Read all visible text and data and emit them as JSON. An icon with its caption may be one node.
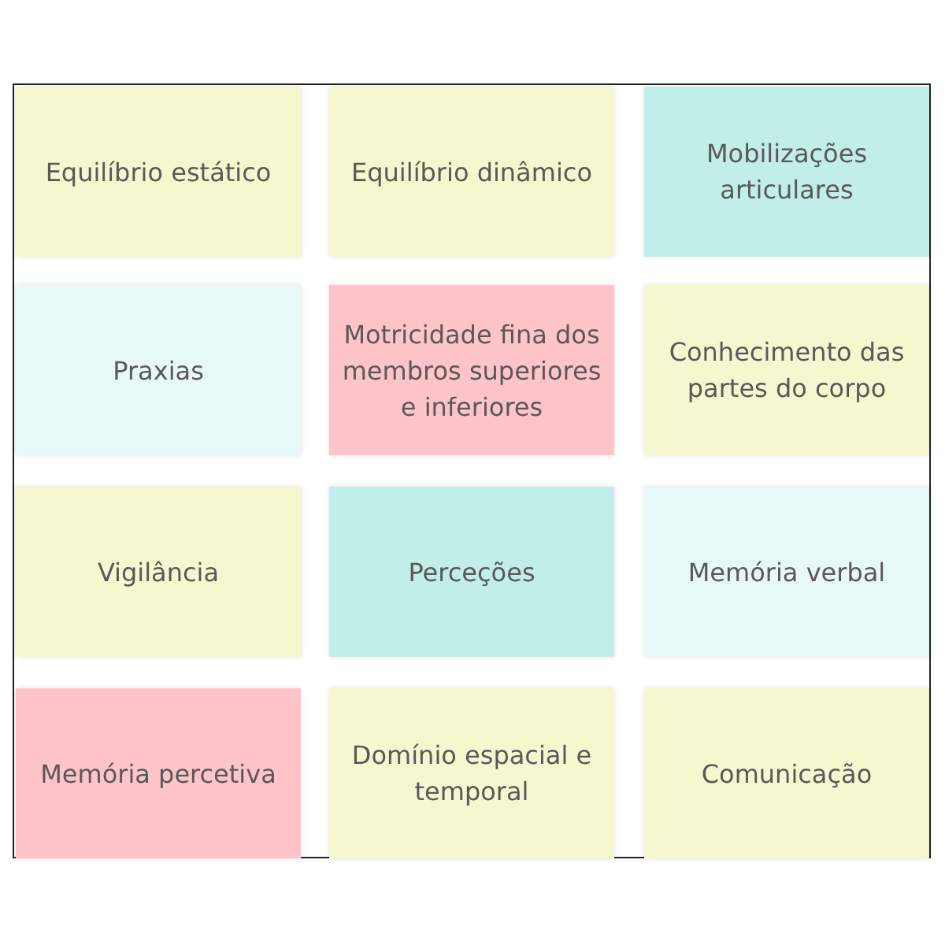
{
  "diagram": {
    "nodes": [
      {
        "text": [
          "Equilíbrio estático"
        ]
      },
      {
        "text": [
          "Equilíbrio dinâmico"
        ]
      },
      {
        "text": [
          "Mobilizações articulares"
        ]
      },
      {
        "text": [
          "Praxias"
        ]
      },
      {
        "text": [
          "Motricidade fina dos membros superiores e inferiores"
        ]
      },
      {
        "text": [
          "Conhecimento das partes do corpo"
        ]
      },
      {
        "text": [
          "Vigilância"
        ]
      },
      {
        "text": [
          "Perceções"
        ]
      },
      {
        "text": [
          "Memória verbal"
        ]
      },
      {
        "text": [
          "Memória percetiva"
        ]
      },
      {
        "text": [
          "Domínio espacial e temporal"
        ]
      },
      {
        "text": [
          "Comunicação"
        ]
      }
    ]
  }
}
